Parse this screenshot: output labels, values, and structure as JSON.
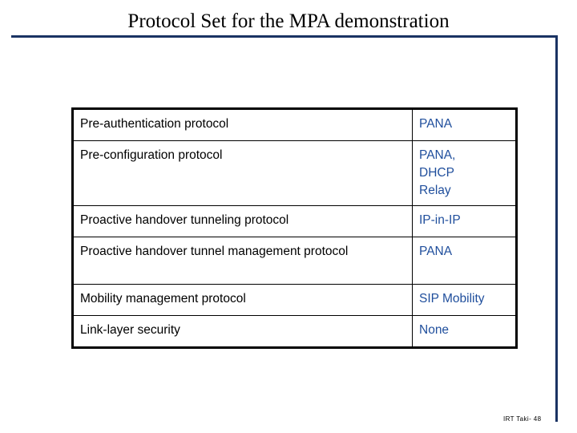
{
  "slide": {
    "title": "Protocol Set for the MPA demonstration",
    "footer_note": "IRT Taki- 48",
    "accent_color": "#1a3363",
    "value_text_color": "#1f4e9c",
    "label_text_color": "#000000"
  },
  "table": {
    "rows": [
      {
        "protocol": "Pre-authentication protocol",
        "value": "PANA"
      },
      {
        "protocol": "Pre-configuration protocol",
        "value": "PANA,\nDHCP\nRelay"
      },
      {
        "protocol": "Proactive handover tunneling protocol",
        "value": "IP-in-IP"
      },
      {
        "protocol": "Proactive handover tunnel management protocol",
        "value": "PANA"
      },
      {
        "protocol": "Mobility management protocol",
        "value": "SIP Mobility"
      },
      {
        "protocol": "Link-layer security",
        "value": "None"
      }
    ]
  }
}
